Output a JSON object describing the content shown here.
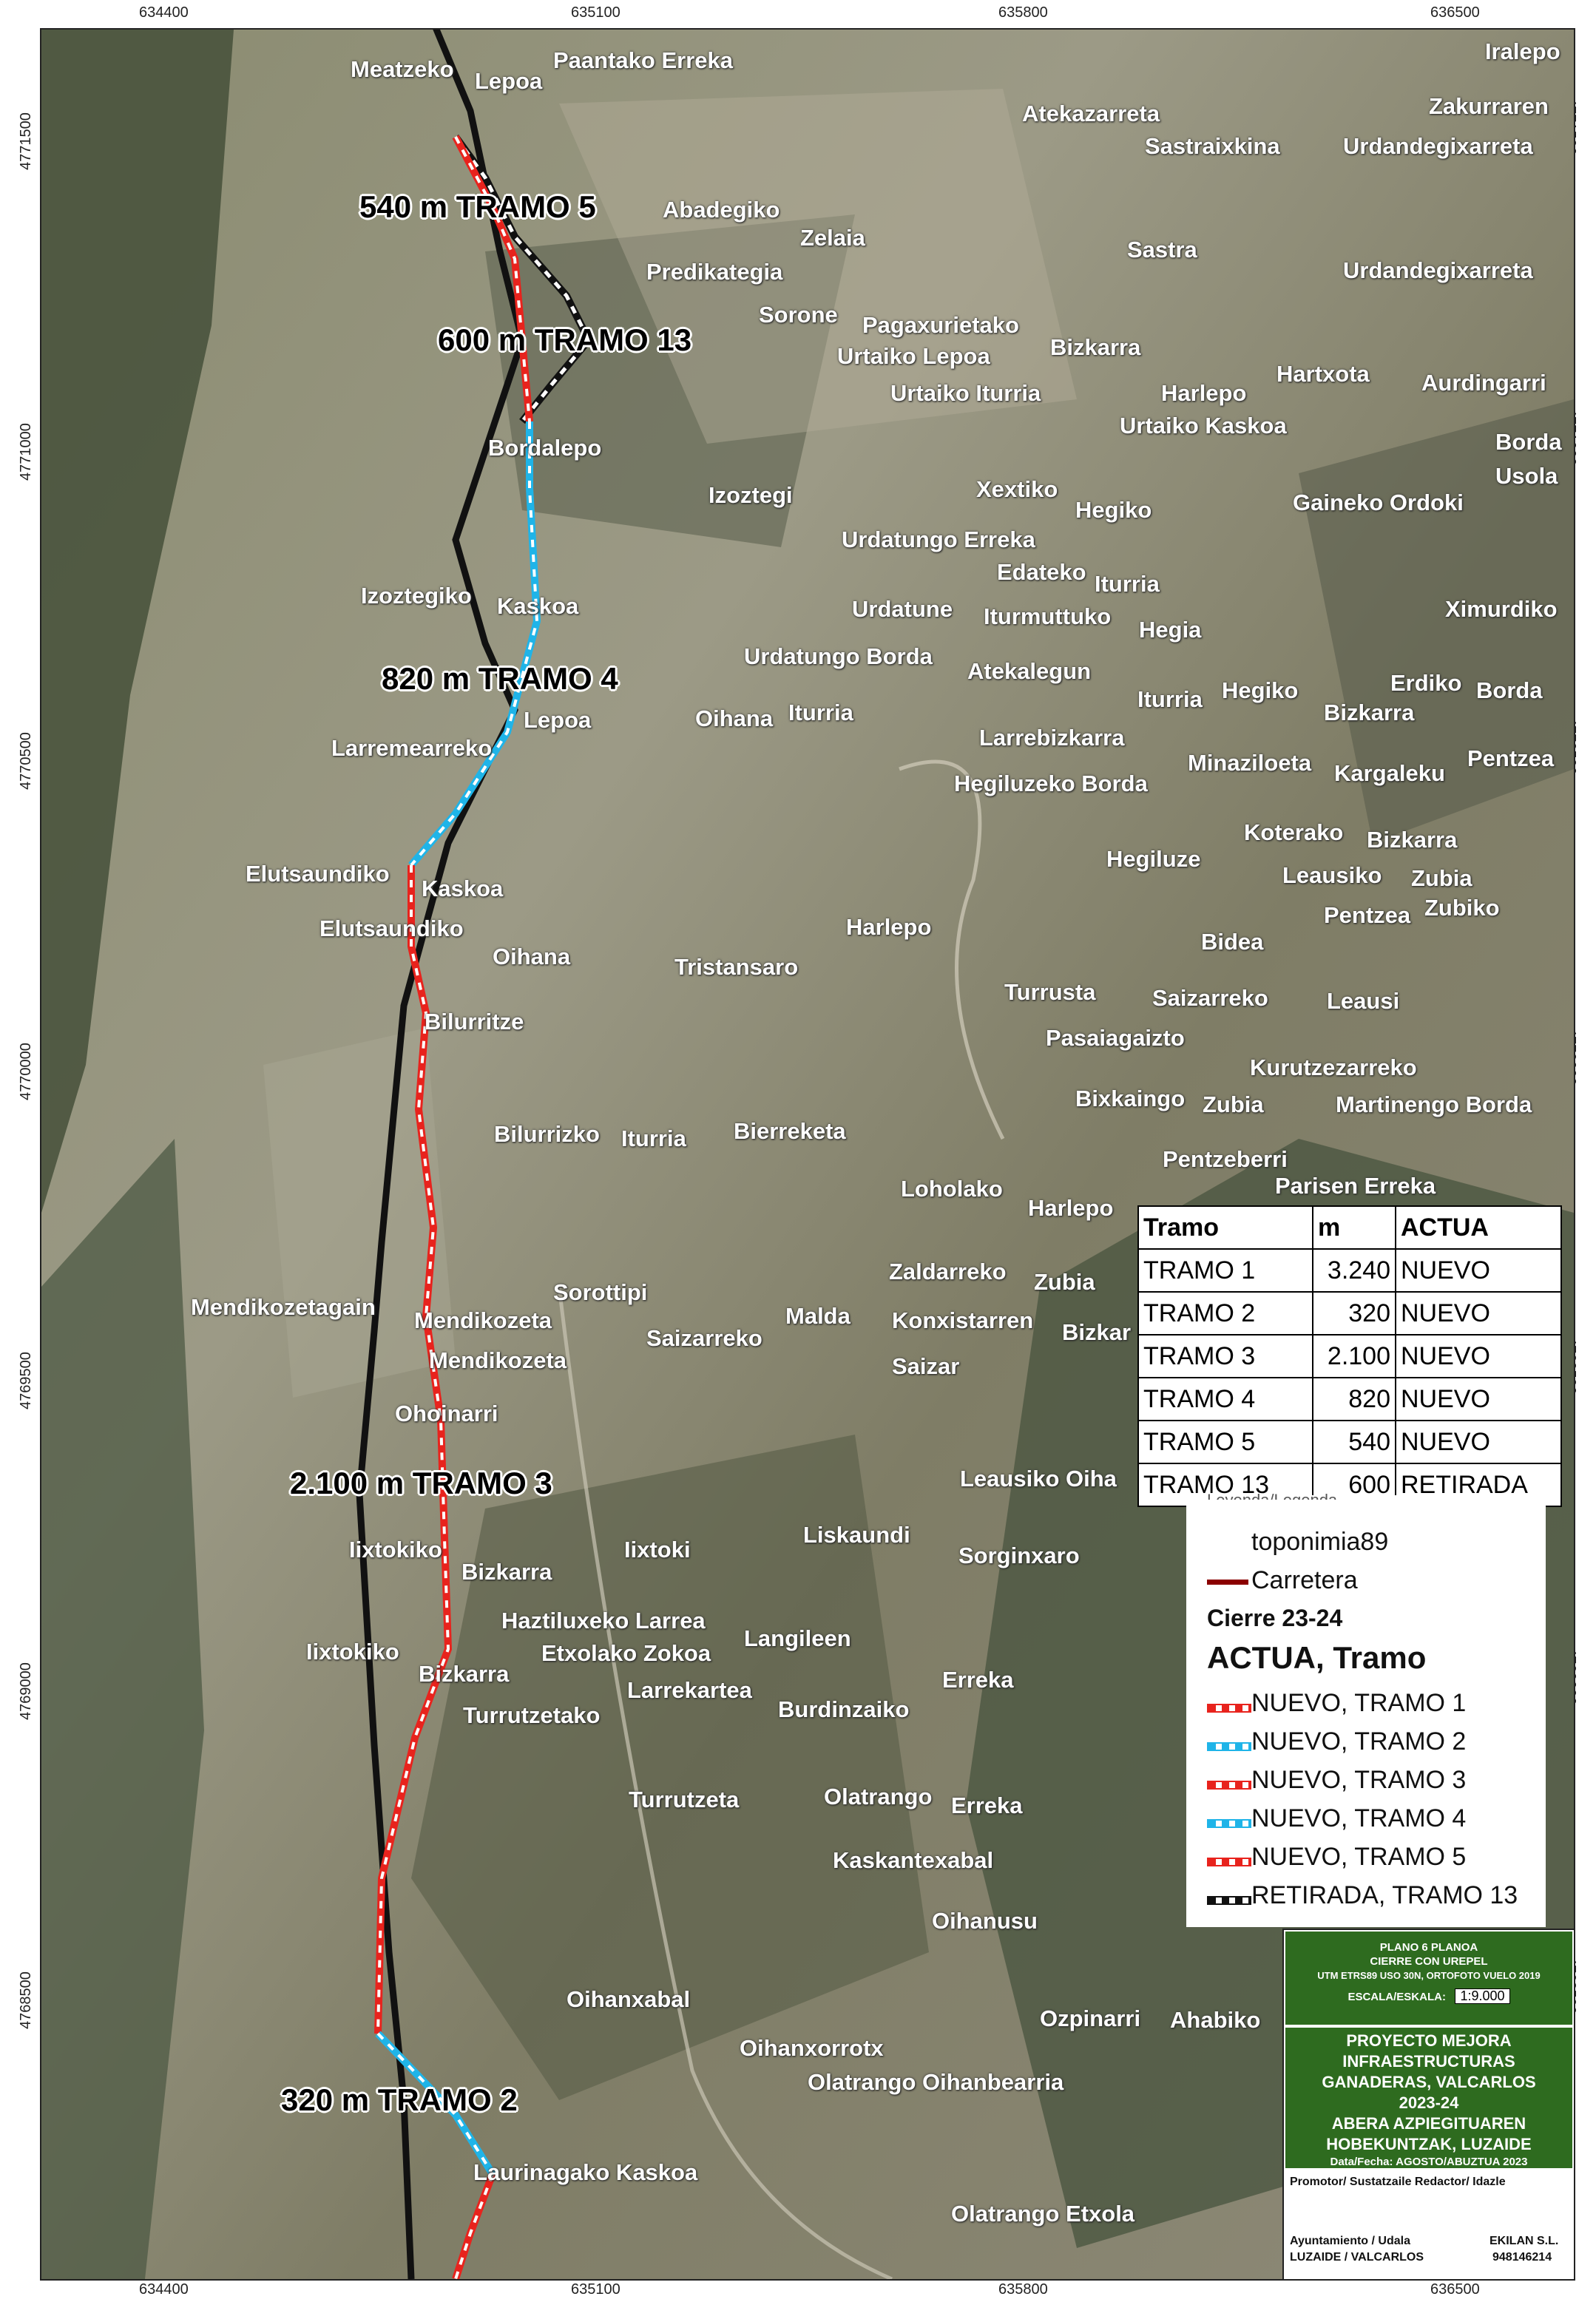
{
  "coordinates": {
    "x_ticks": [
      "634400",
      "635100",
      "635800",
      "636500"
    ],
    "y_ticks": [
      "4771500",
      "4771000",
      "4770500",
      "4770000",
      "4769500",
      "4769000",
      "4768500"
    ]
  },
  "tramo_labels": [
    "540 m TRAMO 5",
    "600 m TRAMO 13",
    "820 m TRAMO 4",
    "2.100 m TRAMO 3",
    "320 m TRAMO 2"
  ],
  "place_names": [
    "Meatzeko",
    "Lepoa",
    "Paantako Erreka",
    "Iralepo",
    "Atekazarreta",
    "Zakurraren",
    "Sastraixkina",
    "Urdandegixarreta",
    "Abadegiko",
    "Zelaia",
    "Predikategia",
    "Sastra",
    "Urdandegixarreta",
    "Sorone",
    "Pagaxurietako",
    "Urtaiko Lepoa",
    "Bizkarra",
    "Hartxota",
    "Harlepo",
    "Aurdingarri",
    "Urtaiko Iturria",
    "Urtaiko Kaskoa",
    "Bordalepo",
    "Borda",
    "Usola",
    "Izoztegi",
    "Xextiko",
    "Hegiko",
    "Gaineko Ordoki",
    "Urdatungo Erreka",
    "Edateko",
    "Iturria",
    "Izoztegiko",
    "Kaskoa",
    "Urdatune",
    "Iturmuttuko",
    "Hegia",
    "Ximurdiko",
    "Urdatungo Borda",
    "Atekalegun",
    "Iturria",
    "Hegiko",
    "Erdiko",
    "Borda",
    "Oihana",
    "Iturria",
    "Lepoa",
    "Bizkarra",
    "Larremearreko",
    "Larrebizkarra",
    "Minaziloeta",
    "Kargaleku",
    "Pentzea",
    "Hegiluzeko Borda",
    "Koterako",
    "Bizkarra",
    "Elutsaundiko",
    "Hegiluze",
    "Leausiko",
    "Zubia",
    "Kaskoa",
    "Pentzea",
    "Zubiko",
    "Elutsaundiko",
    "Harlepo",
    "Bidea",
    "Oihana",
    "Tristansaro",
    "Turrusta",
    "Saizarreko",
    "Leausi",
    "Bilurritze",
    "Pasaiagaizto",
    "Kurutzezarreko",
    "Bixkaingo",
    "Zubia",
    "Martinengo Borda",
    "Bilurrizko",
    "Iturria",
    "Bierreketa",
    "Pentzeberri",
    "Parisen Erreka",
    "Loholako",
    "Harlepo",
    "Zaldarreko",
    "Zubia",
    "Sorottipi",
    "Mendikozetagain",
    "Mendikozeta",
    "Malda",
    "Konxistarren",
    "Bizkar",
    "Saizarreko",
    "Mendikozeta",
    "Saizar",
    "Ohoinarri",
    "Leausiko Oiha",
    "Liskaundi",
    "Iixtokiko",
    "Iixtoki",
    "Sorginxaro",
    "Bizkarra",
    "Haztiluxeko Larrea",
    "Langileen",
    "Iixtokiko",
    "Etxolako Zokoa",
    "Bizkarra",
    "Erreka",
    "Larrekartea",
    "Turrutzetako",
    "Burdinzaiko",
    "Turrutzeta",
    "Olatrango",
    "Erreka",
    "Kaskantexabal",
    "Oihanusu",
    "Oihanxabal",
    "Ozpinarri",
    "Ahabiko",
    "Oihanxorrotx",
    "Olatrango Oihanbearria",
    "Laurinagako Kaskoa",
    "Olatrango Etxola"
  ],
  "table": {
    "headers": [
      "Tramo",
      "m",
      "ACTUA"
    ],
    "rows": [
      [
        "TRAMO 1",
        "3.240",
        "NUEVO"
      ],
      [
        "TRAMO 2",
        "320",
        "NUEVO"
      ],
      [
        "TRAMO 3",
        "2.100",
        "NUEVO"
      ],
      [
        "TRAMO 4",
        "820",
        "NUEVO"
      ],
      [
        "TRAMO 5",
        "540",
        "NUEVO"
      ],
      [
        "TRAMO 13",
        "600",
        "RETIRADA"
      ]
    ]
  },
  "legend": {
    "partial_title": "Leyenda/Legenda",
    "toponimia": "toponimia89",
    "carretera": "Carretera",
    "group": "Cierre 23-24",
    "subgroup": "ACTUA, Tramo",
    "items": [
      {
        "label": "NUEVO, TRAMO 1",
        "color": "#e8231d"
      },
      {
        "label": "NUEVO, TRAMO 2",
        "color": "#1fb4e8"
      },
      {
        "label": "NUEVO, TRAMO 3",
        "color": "#e8231d"
      },
      {
        "label": "NUEVO, TRAMO 4",
        "color": "#1fb4e8"
      },
      {
        "label": "NUEVO, TRAMO 5",
        "color": "#e8231d"
      },
      {
        "label": "RETIRADA, TRAMO 13",
        "color": "#111111"
      }
    ]
  },
  "title_block": {
    "plano": "PLANO 6 PLANOA",
    "cierre": "CIERRE CON UREPEL",
    "utm": "UTM ETRS89 USO 30N, ORTOFOTO VUELO 2019",
    "escala_label": "ESCALA/ESKALA:",
    "escala": "1:9.000",
    "project_lines": [
      "PROYECTO MEJORA",
      "INFRAESTRUCTURAS",
      "GANADERAS, VALCARLOS",
      "2023-24",
      "ABERA AZPIEGITUAREN",
      "HOBEKUNTZAK, LUZAIDE"
    ],
    "fecha": "Data/Fecha: AGOSTO/ABUZTUA 2023",
    "promotor": "Promotor/ Sustatzaile Redactor/ Idazle",
    "ayto1": "Ayuntamiento / Udala",
    "ayto2": "LUZAIDE / VALCARLOS",
    "firm1": "EKILAN S.L.",
    "firm2": "948146214"
  },
  "colors": {
    "red_line": "#e8231d",
    "blue_line": "#1fb4e8",
    "black_line": "#111111",
    "title_green": "#2e6b1f"
  }
}
